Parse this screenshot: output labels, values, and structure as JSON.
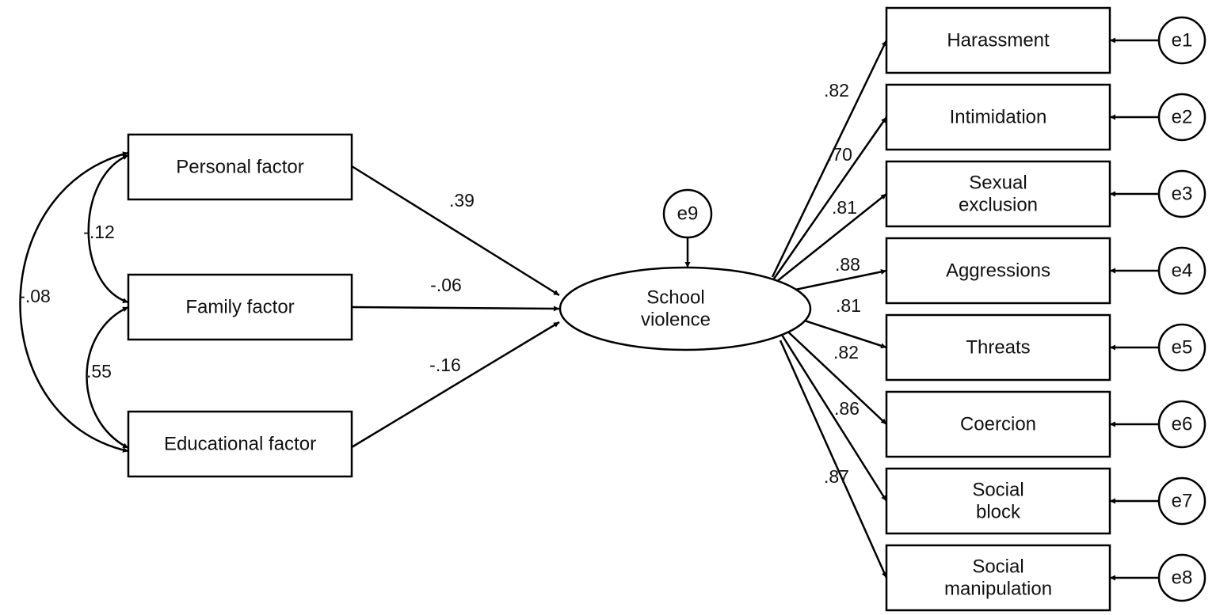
{
  "diagram": {
    "exogenous": [
      {
        "id": "personal",
        "label": [
          "Personal factor"
        ]
      },
      {
        "id": "family",
        "label": [
          "Family factor"
        ]
      },
      {
        "id": "educational",
        "label": [
          "Educational factor"
        ]
      }
    ],
    "latent": {
      "id": "school",
      "label": [
        "School",
        "violence"
      ],
      "error": "e9"
    },
    "indicators": [
      {
        "id": "harassment",
        "label": [
          "Harassment"
        ],
        "error": "e1",
        "loading": ".82"
      },
      {
        "id": "intimidation",
        "label": [
          "Intimidation"
        ],
        "error": "e2",
        "loading": ".70"
      },
      {
        "id": "sexual-exclusion",
        "label": [
          "Sexual",
          "exclusion"
        ],
        "error": "e3",
        "loading": ".81"
      },
      {
        "id": "aggressions",
        "label": [
          "Aggressions"
        ],
        "error": "e4",
        "loading": ".88"
      },
      {
        "id": "threats",
        "label": [
          "Threats"
        ],
        "error": "e5",
        "loading": ".81"
      },
      {
        "id": "coercion",
        "label": [
          "Coercion"
        ],
        "error": "e6",
        "loading": ".82"
      },
      {
        "id": "social-block",
        "label": [
          "Social",
          "block"
        ],
        "error": "e7",
        "loading": ".86"
      },
      {
        "id": "social-manipulation",
        "label": [
          "Social",
          "manipulation"
        ],
        "error": "e8",
        "loading": ".87"
      }
    ],
    "paths": [
      {
        "from": "personal",
        "to": "school",
        "coef": ".39"
      },
      {
        "from": "family",
        "to": "school",
        "coef": "-.06"
      },
      {
        "from": "educational",
        "to": "school",
        "coef": "-.16"
      }
    ],
    "correlations": [
      {
        "a": "personal",
        "b": "family",
        "coef": "-.12"
      },
      {
        "a": "family",
        "b": "educational",
        "coef": ".55"
      },
      {
        "a": "personal",
        "b": "educational",
        "coef": "-.08"
      }
    ]
  }
}
